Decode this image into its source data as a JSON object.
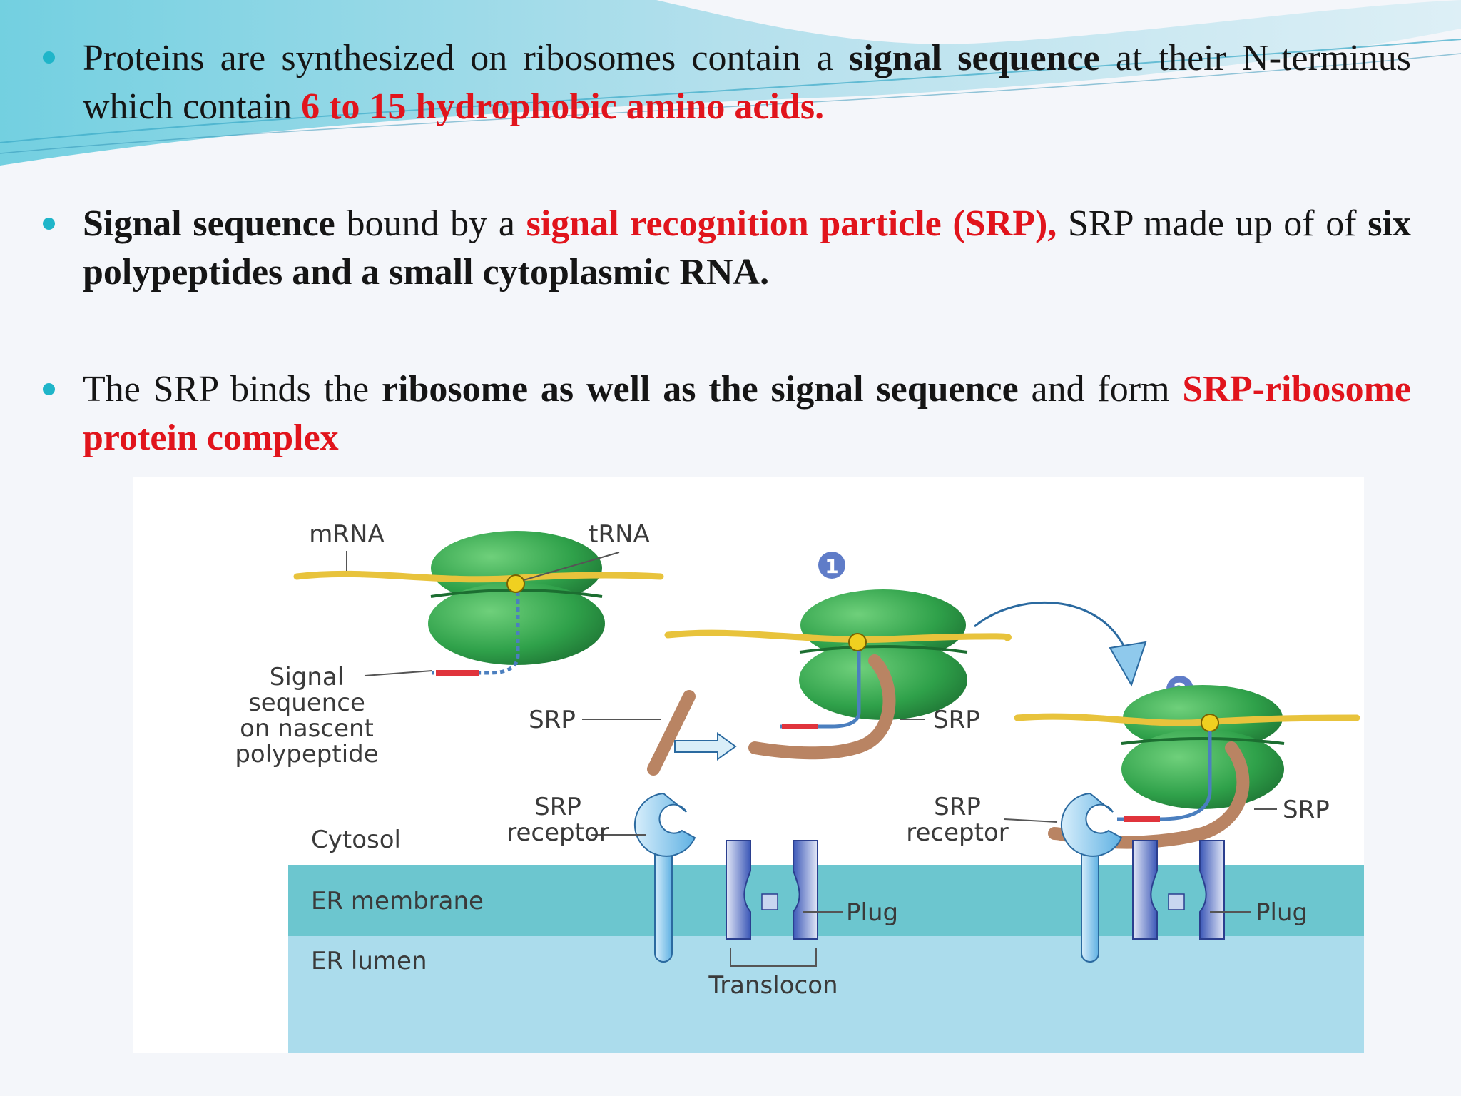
{
  "bullets": [
    {
      "parts": [
        {
          "text": "Proteins are synthesized on ribosomes contain a ",
          "style": "normal"
        },
        {
          "text": "signal sequence",
          "style": "bold"
        },
        {
          "text": " at their N-terminus which contain ",
          "style": "normal"
        },
        {
          "text": "6 to 15 hydrophobic amino acids.",
          "style": "red"
        }
      ]
    },
    {
      "parts": [
        {
          "text": "Signal sequence",
          "style": "bold"
        },
        {
          "text": " bound by a ",
          "style": "normal"
        },
        {
          "text": "signal recognition particle (SRP),",
          "style": "red"
        },
        {
          "text": " SRP made up of of ",
          "style": "normal"
        },
        {
          "text": "six polypeptides and a small cytoplasmic RNA.",
          "style": "bold"
        }
      ]
    },
    {
      "parts": [
        {
          "text": "The SRP binds the ",
          "style": "normal"
        },
        {
          "text": "ribosome as well as the signal sequence",
          "style": "bold"
        },
        {
          "text": " and form ",
          "style": "normal"
        },
        {
          "text": "SRP-ribosome protein complex",
          "style": "red"
        }
      ]
    }
  ],
  "diagram": {
    "labels": {
      "mrna": "mRNA",
      "trna": "tRNA",
      "signal_1": "Signal",
      "signal_2": "sequence",
      "signal_3": "on nascent",
      "signal_4": "polypeptide",
      "srp_free": "SRP",
      "srp_bound": "SRP",
      "srp_bound_2": "SRP",
      "srp_receptor_1a": "SRP",
      "srp_receptor_1b": "receptor",
      "srp_receptor_2a": "SRP",
      "srp_receptor_2b": "receptor",
      "cytosol": "Cytosol",
      "er_membrane": "ER membrane",
      "er_lumen": "ER lumen",
      "plug_1": "Plug",
      "plug_2": "Plug",
      "translocon": "Translocon",
      "step_1": "1",
      "step_2": "2"
    },
    "colors": {
      "ribosome": "#2fa14a",
      "mrna": "#e8c33c",
      "srp": "#b98463",
      "signal": "#e0343c",
      "receptor": "#8fc9ec",
      "membrane": "#6cc6cf",
      "lumen": "#abdcec"
    }
  }
}
